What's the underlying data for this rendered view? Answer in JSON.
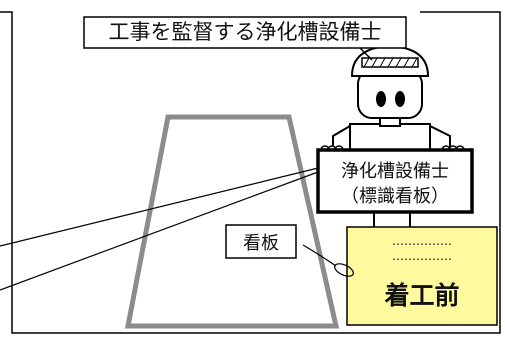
{
  "title_box": {
    "text": "工事を監督する浄化槽設備士"
  },
  "sign_large": {
    "line1": "浄化槽設備士",
    "line2": "（標識看板）"
  },
  "sign_label": {
    "text": "看板"
  },
  "site_board": {
    "dots1": "……………",
    "dots2": "……………",
    "text": "着工前",
    "fill_color": "#FFFA9E"
  },
  "colors": {
    "outline": "#000000",
    "road": "#8C8C8C",
    "sign_border": "#000000"
  },
  "icons": {
    "worker": "construction-worker-robot-icon",
    "road": "road-perspective-icon"
  }
}
